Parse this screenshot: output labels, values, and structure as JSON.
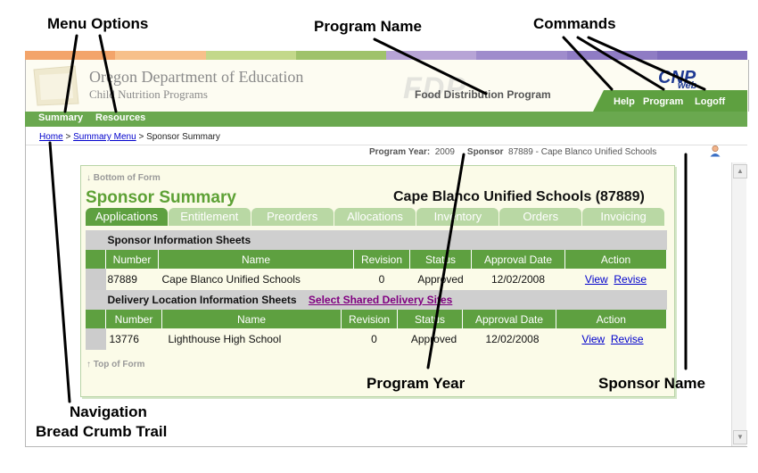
{
  "annotations": {
    "menu_options": "Menu Options",
    "program_name": "Program Name",
    "commands": "Commands",
    "program_year": "Program Year",
    "sponsor_name": "Sponsor Name",
    "navigation": "Navigation",
    "bread_crumb": "Bread Crumb Trail"
  },
  "header": {
    "department": "Oregon Department of Education",
    "division": "Child Nutrition Programs",
    "program_logo_text": "FDP",
    "program_name": "Food Distribution Program",
    "logo_cnp": "CNP",
    "logo_web": "web"
  },
  "menu": {
    "items": [
      "Summary",
      "Resources"
    ]
  },
  "commands": [
    "Help",
    "Program",
    "Logoff"
  ],
  "breadcrumb": {
    "home": "Home",
    "sep1": ">",
    "summary_menu": "Summary Menu",
    "sep2": ">",
    "current": "Sponsor Summary"
  },
  "info": {
    "program_year_label": "Program Year:",
    "program_year": "2009",
    "sponsor_label": "Sponsor",
    "sponsor_value": "87889 - Cape Blanco Unified Schools"
  },
  "panel": {
    "bottom_of_form": "Bottom of Form",
    "top_of_form": "Top of Form",
    "title": "Sponsor Summary",
    "sponsor_heading": "Cape Blanco Unified Schools (87889)",
    "tabs": [
      "Applications",
      "Entitlement",
      "Preorders",
      "Allocations",
      "Inventory",
      "Orders",
      "Invoicing"
    ]
  },
  "sponsor_info": {
    "section_title": "Sponsor Information Sheets",
    "columns": [
      "Number",
      "Name",
      "Revision",
      "Status",
      "Approval Date",
      "Action"
    ],
    "row": {
      "number": "87889",
      "name": "Cape Blanco Unified Schools",
      "revision": "0",
      "status": "Approved",
      "approval_date": "12/02/2008",
      "view": "View",
      "revise": "Revise"
    }
  },
  "delivery_info": {
    "section_title": "Delivery Location Information Sheets",
    "shared_link": "Select Shared Delivery Sites",
    "columns": [
      "Number",
      "Name",
      "Revision",
      "Status",
      "Approval Date",
      "Action"
    ],
    "row": {
      "number": "13776",
      "name": "Lighthouse High School",
      "revision": "0",
      "status": "Approved",
      "approval_date": "12/02/2008",
      "view": "View",
      "revise": "Revise"
    }
  },
  "colors": {
    "accent_green": "#5ea040",
    "title_green": "#5da135",
    "link_blue": "#0000cc"
  }
}
